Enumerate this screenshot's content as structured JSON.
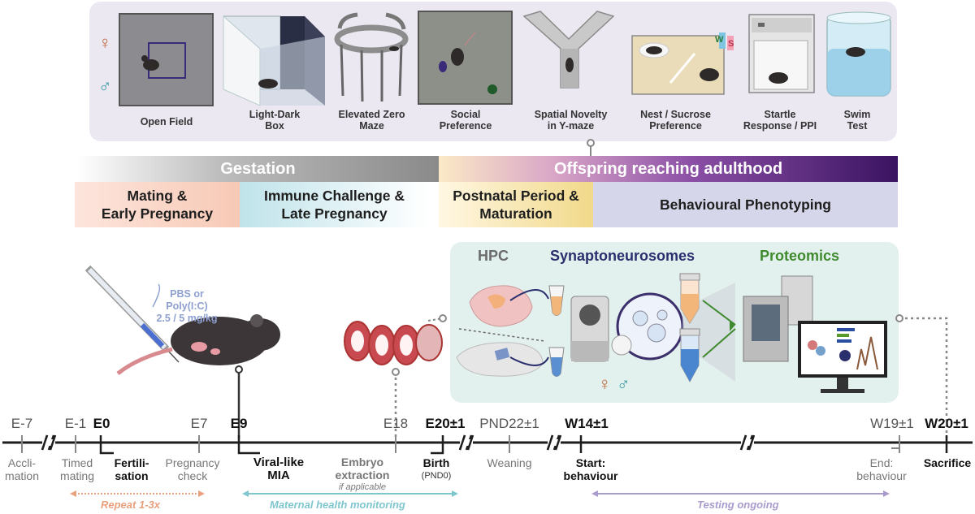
{
  "symbols": {
    "female": "♀",
    "male": "♂"
  },
  "tests": [
    {
      "label": "Open Field"
    },
    {
      "label": "Light-Dark\nBox"
    },
    {
      "label": "Elevated Zero\nMaze"
    },
    {
      "label": "Social\nPreference"
    },
    {
      "label": "Spatial Novelty\nin Y-maze"
    },
    {
      "label": "Nest / Sucrose\nPreference"
    },
    {
      "label": "Startle\nResponse / PPI"
    },
    {
      "label": "Swim\nTest"
    }
  ],
  "bands": {
    "gestation": "Gestation",
    "offspring": "Offspring reaching adulthood"
  },
  "phases": {
    "p1": "Mating &\nEarly Pregnancy",
    "p2": "Immune Challenge &\nLate Pregnancy",
    "p3": "Postnatal Period &\nMaturation",
    "p4": "Behavioural Phenotyping"
  },
  "injection": {
    "label": "PBS or Poly(I:C)\n2.5 / 5 mg/kg"
  },
  "sync_letters": {
    "w": "W",
    "s": "S"
  },
  "analysis": {
    "hpc": "HPC",
    "syn": "Synaptoneurosomes",
    "prot": "Proteomics"
  },
  "timeline": {
    "top": [
      "E-7",
      "E-1",
      "E0",
      "E7",
      "E9",
      "E18",
      "E20±1",
      "PND22±1",
      "W14±1",
      "W19±1",
      "W20±1"
    ],
    "bottom": {
      "accli": "Accli-\nmation",
      "timed": "Timed\nmating",
      "fert": "Fertili-\nsation",
      "preg": "Pregnancy\ncheck",
      "mia": "Viral-like\nMIA",
      "embryo": "Embryo\nextraction",
      "embryo_note": "if applicable",
      "birth": "Birth",
      "birth_note": "(PND0)",
      "wean": "Weaning",
      "start": "Start:\nbehaviour",
      "end": "End:\nbehaviour",
      "sacrifice": "Sacrifice"
    },
    "ranges": {
      "repeat": "Repeat 1-3x",
      "maternal": "Maternal health monitoring",
      "testing": "Testing ongoing"
    }
  },
  "colors": {
    "repeat": "#e8a07e",
    "maternal": "#7fc6cf",
    "testing": "#a99ccd",
    "prot": "#3f8a2e",
    "syn": "#2b2f6e",
    "hpc": "#6b6b6b"
  }
}
